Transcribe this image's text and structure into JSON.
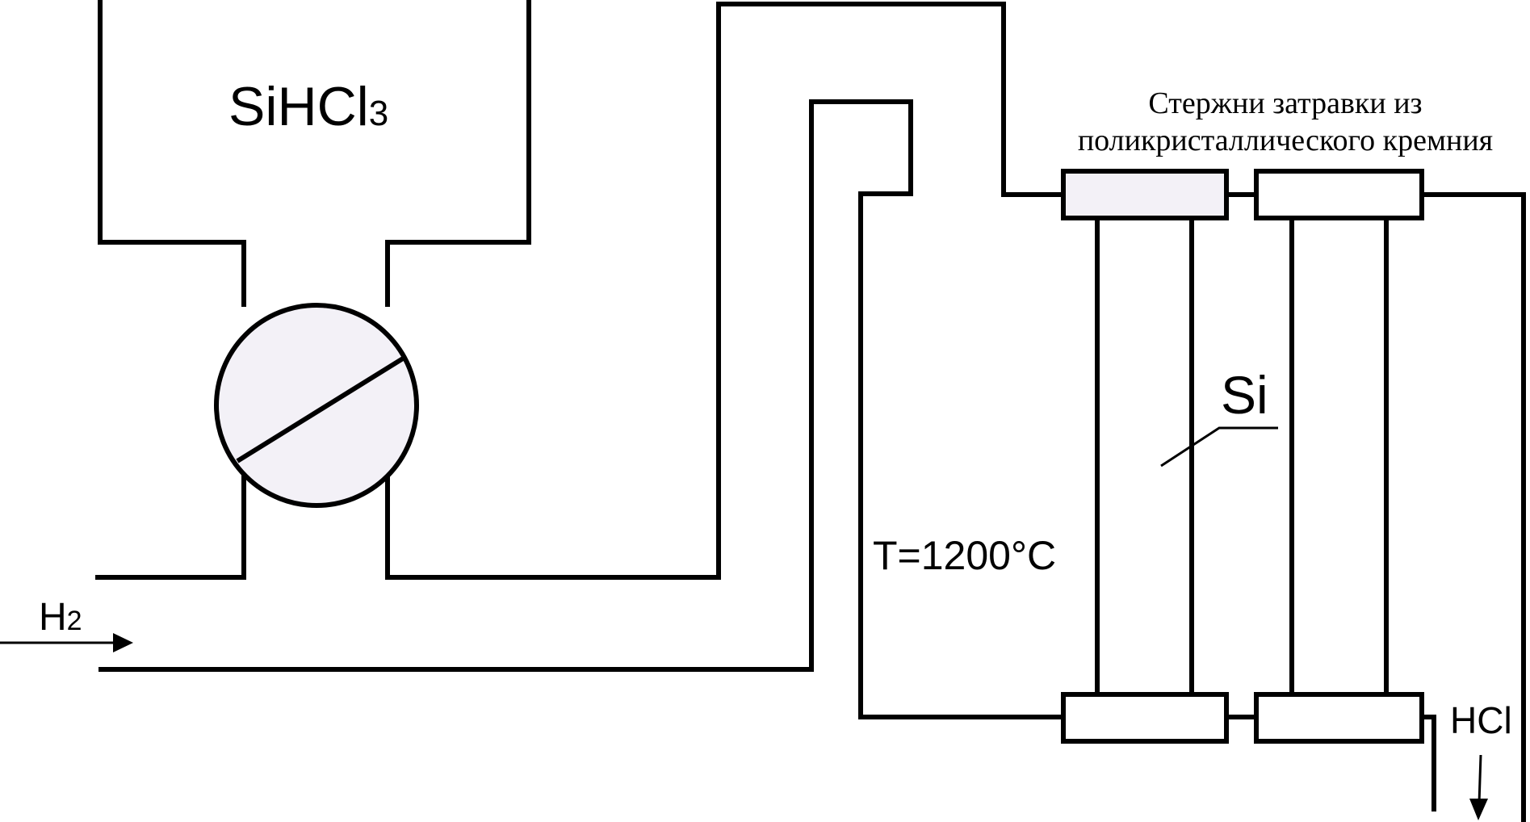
{
  "labels": {
    "tank_formula": "SiHCl",
    "tank_formula_sub": "3",
    "seed_rods_line1": "Стержни затравки из",
    "seed_rods_line2": "поликристаллического кремния",
    "silicon": "Si",
    "temperature": "T=1200°C",
    "hydrogen": "H",
    "hydrogen_sub": "2",
    "hcl": "HCl"
  },
  "colors": {
    "stroke": "#000000",
    "fill_light": "#f3f1f7",
    "background": "#ffffff"
  }
}
